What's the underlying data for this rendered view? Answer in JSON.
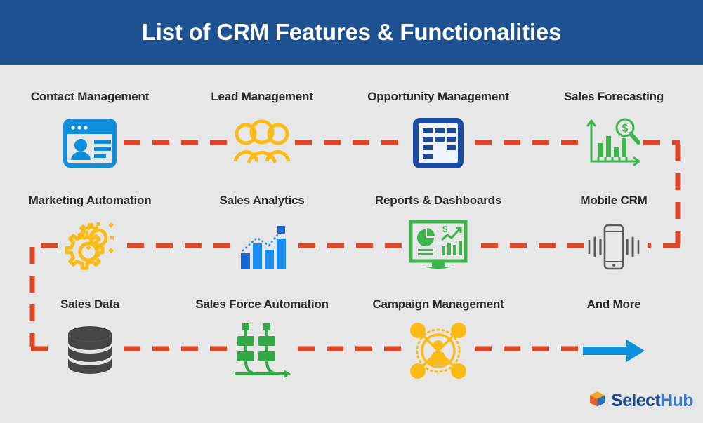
{
  "header": {
    "title": "List of CRM Features & Functionalities",
    "bar_color": "#1e5190",
    "text_color": "#ffffff"
  },
  "canvas": {
    "background_color": "#e7e7e7",
    "connector_color": "#e04526"
  },
  "features": [
    {
      "label": "Contact Management",
      "icon": "contact-card-icon",
      "color": "#0f8edb"
    },
    {
      "label": "Lead Management",
      "icon": "people-group-icon",
      "color": "#fcbb14"
    },
    {
      "label": "Opportunity Management",
      "icon": "table-grid-icon",
      "color": "#1a4ba0"
    },
    {
      "label": "Sales Forecasting",
      "icon": "chart-magnifier-dollar-icon",
      "color": "#3cb54a"
    },
    {
      "label": "Marketing Automation",
      "icon": "gears-icon",
      "color": "#fbbb16"
    },
    {
      "label": "Sales Analytics",
      "icon": "bar-chart-trend-icon",
      "color": "#1a8ef0"
    },
    {
      "label": "Reports & Dashboards",
      "icon": "monitor-dashboard-icon",
      "color": "#3cb54a"
    },
    {
      "label": "Mobile CRM",
      "icon": "mobile-phone-signal-icon",
      "color": "#5a5a5a"
    },
    {
      "label": "Sales Data",
      "icon": "database-icon",
      "color": "#4a4a4a"
    },
    {
      "label": "Sales Force Automation",
      "icon": "workflow-arrow-icon",
      "color": "#33a846"
    },
    {
      "label": "Campaign Management",
      "icon": "network-person-icon",
      "color": "#fcbb14"
    },
    {
      "label": "And More",
      "icon": "blue-arrow-icon",
      "color": "#0e8fdb"
    }
  ],
  "logo": {
    "name_bold": "Select",
    "name_light": "Hub",
    "mark": "cube-icon",
    "mark_colors": [
      "#f5a623",
      "#e8622d",
      "#2f6fb5"
    ]
  }
}
